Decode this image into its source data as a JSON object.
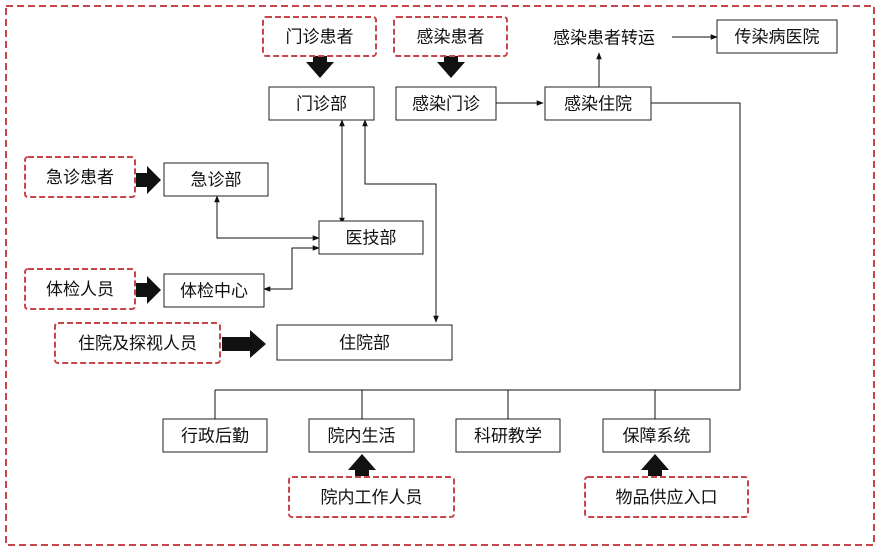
{
  "colors": {
    "dashed_border": "#c8454a",
    "box_stroke": "#222222",
    "arrow": "#111111",
    "text": "#111111",
    "background": "#ffffff"
  },
  "nodes": {
    "outpatient_patient": "门诊患者",
    "infection_patient": "感染患者",
    "infection_transfer": "感染患者转运",
    "infectious_hospital": "传染病医院",
    "outpatient_dept": "门诊部",
    "infection_clinic": "感染门诊",
    "infection_ward": "感染住院",
    "emergency_patient": "急诊患者",
    "emergency_dept": "急诊部",
    "medtech_dept": "医技部",
    "checkup_person": "体检人员",
    "checkup_center": "体检中心",
    "inpatient_visitor": "住院及探视人员",
    "inpatient_dept": "住院部",
    "admin_logistics": "行政后勤",
    "hospital_living": "院内生活",
    "research_teaching": "科研教学",
    "support_system": "保障系统",
    "hospital_staff": "院内工作人员",
    "supply_entrance": "物品供应入口"
  }
}
